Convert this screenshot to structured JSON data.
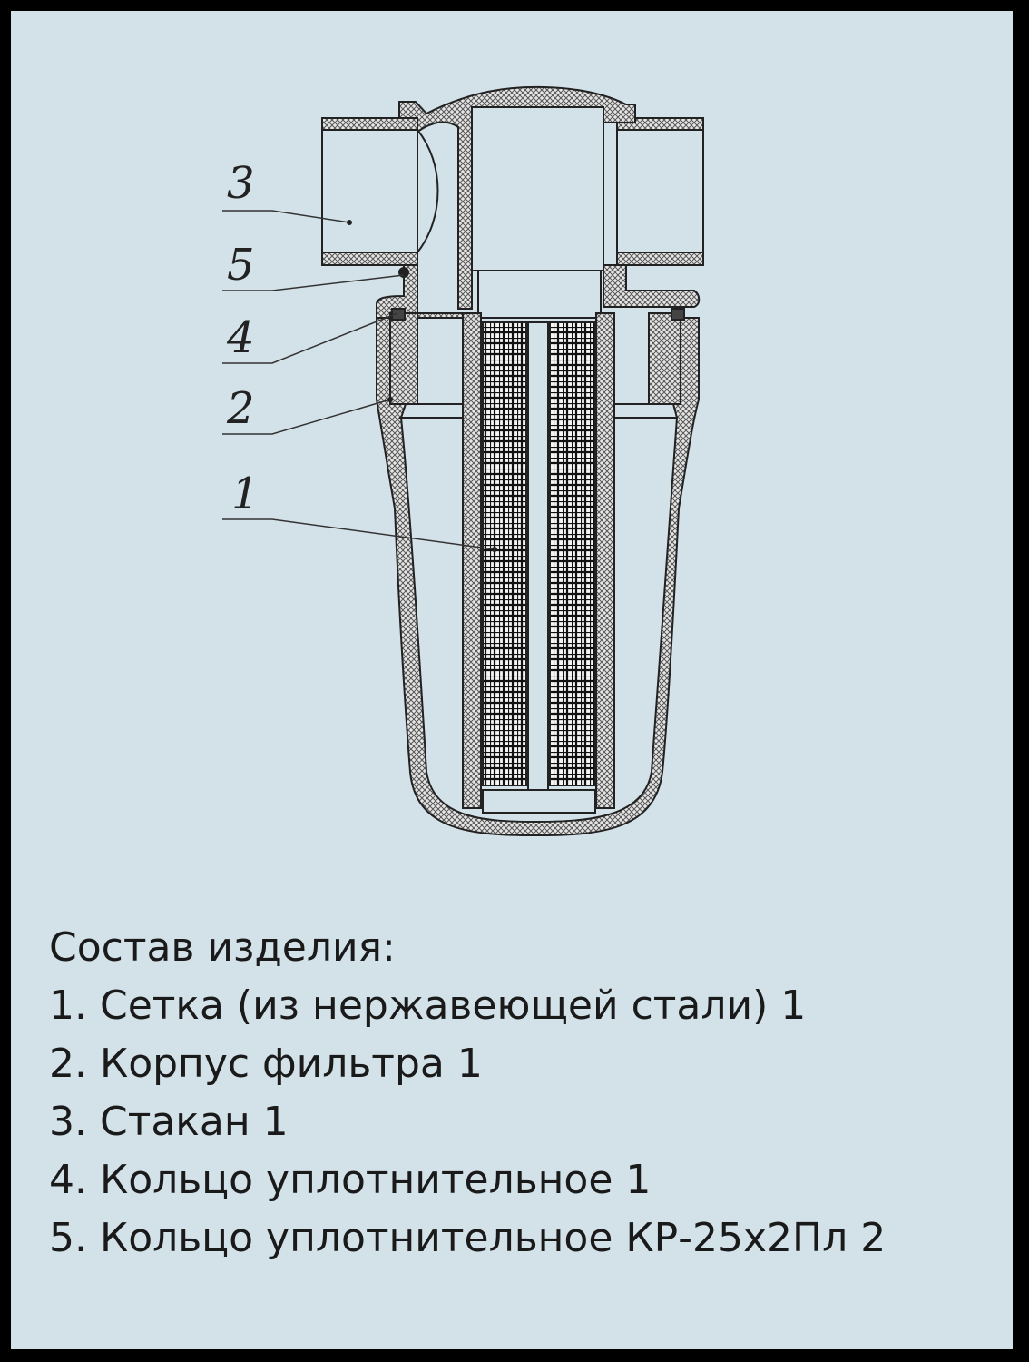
{
  "diagram": {
    "callouts": [
      "3",
      "5",
      "4",
      "2",
      "1"
    ]
  },
  "legend": {
    "title": "Состав изделия:",
    "items": [
      "1. Сетка (из нержавеющей стали) 1",
      "2. Корпус фильтра 1",
      "3. Стакан 1",
      "4. Кольцо уплотнительное 1",
      "5. Кольцо уплотнительное КР-25х2Пл 2"
    ]
  },
  "colors": {
    "background": "#d3e2e9",
    "frame": "#000000",
    "line": "#222222"
  }
}
